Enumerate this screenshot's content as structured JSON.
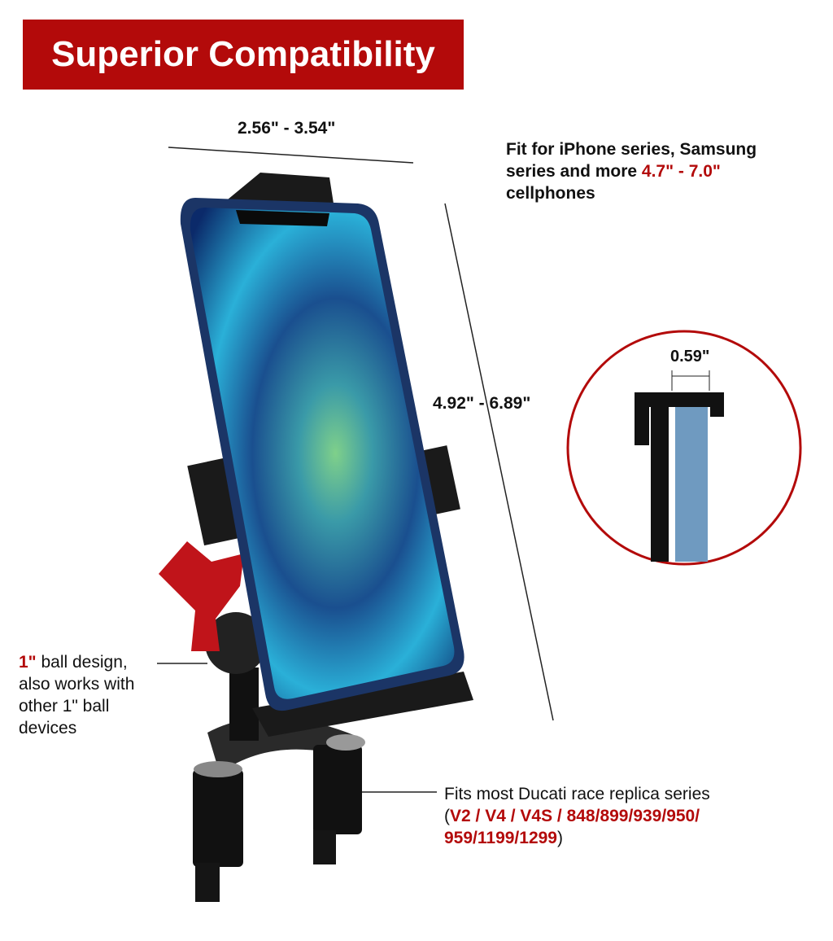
{
  "title": "Superior Compatibility",
  "width_range": "2.56\" - 3.54\"",
  "height_range": "4.92\" - 6.89\"",
  "depth": "0.59\"",
  "fit": {
    "line1": "Fit for iPhone series, Samsung",
    "line2_a": "series and more ",
    "line2_b": "4.7\" - 7.0\"",
    "line3": "cellphones"
  },
  "ball": {
    "a": "1\"",
    "b": " ball design,",
    "l2": "also works with",
    "l3": "other 1\" ball",
    "l4": "devices"
  },
  "ducati": {
    "l1": "Fits most Ducati race replica series",
    "open": "(",
    "l2": "V2 / V4 / V4S / 848/899/939/950/",
    "l3": "959/1199/1299",
    "close": ")"
  },
  "colors": {
    "accent": "#b30a0a"
  }
}
